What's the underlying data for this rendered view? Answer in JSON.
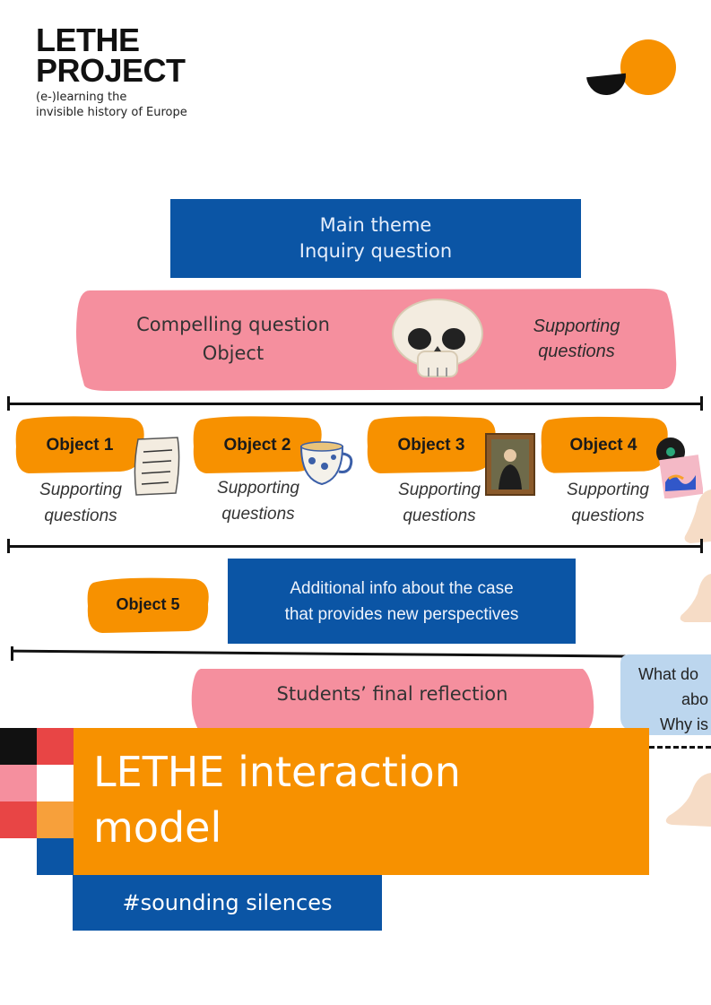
{
  "header": {
    "logo_line1": "LETHE",
    "logo_line2": "PROJECT",
    "tagline_line1": "(e-)learning the",
    "tagline_line2": "invisible history of Europe"
  },
  "diagram": {
    "main_theme": "Main theme",
    "inquiry_question": "Inquiry question",
    "compelling_question": "Compelling question",
    "object": "Object",
    "supporting_top_1": "Supporting",
    "supporting_top_2": "questions",
    "objects": [
      {
        "label": "Object 1",
        "sup1": "Supporting",
        "sup2": "questions"
      },
      {
        "label": "Object 2",
        "sup1": "Supporting",
        "sup2": "questions"
      },
      {
        "label": "Object 3",
        "sup1": "Supporting",
        "sup2": "questions"
      },
      {
        "label": "Object 4",
        "sup1": "Supporting",
        "sup2": "questions"
      }
    ],
    "object5": "Object 5",
    "additional_info_1": "Additional info about the case",
    "additional_info_2": "that provides new perspectives",
    "final_reflection": "Students’ final reflection",
    "bubble_1": "What do",
    "bubble_2": "abo",
    "bubble_3": "Why is"
  },
  "title": {
    "line1": "LETHE interaction",
    "line2": "model",
    "hashtag": "#sounding silences"
  },
  "colors": {
    "orange": "#f79100",
    "blue": "#0b55a5",
    "pink": "#f58f9e",
    "red": "#e84545",
    "light_blue": "#bcd6ee",
    "black": "#111111"
  }
}
